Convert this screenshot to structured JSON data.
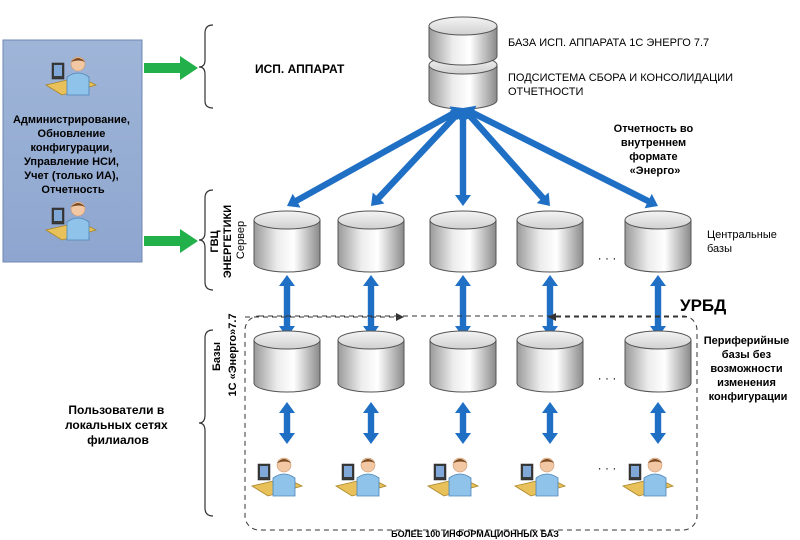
{
  "admin_panel": {
    "lines": [
      "Администрирование,",
      "Обновление",
      "конфигурации,",
      "Управление НСИ,",
      "Учет (только ИА),",
      "Отчетность"
    ]
  },
  "central": {
    "level_label": "ИСП. АППАРАТ",
    "db_label": "БАЗА ИСП. АППАРАТА 1С ЭНЕРГО 7.7",
    "subsystem_lines": [
      "ПОДСИСТЕМА СБОРА И КОНСОЛИДАЦИИ",
      "ОТЧЕТНОСТИ"
    ]
  },
  "report_format_lines": [
    "Отчетность во",
    "внутреннем",
    "формате",
    "«Энерго»"
  ],
  "server_level": {
    "vertical_lines": [
      "ГВЦ",
      "ЭНЕРГЕТИКИ",
      "Сервер"
    ],
    "right_label_lines": [
      "Центральные",
      "базы"
    ],
    "ellipsis": "· · ·"
  },
  "urbd_label": "УРБД",
  "peripheral_level": {
    "vertical_lines": [
      "Базы",
      "1С «Энерго»7.7"
    ],
    "right_label_lines": [
      "Периферийные",
      "базы без",
      "возможности",
      "изменения",
      "конфигурации"
    ],
    "ellipsis": "· · ·"
  },
  "users_level": {
    "label_lines": [
      "Пользователи в",
      "локальных сетях",
      "филиалов"
    ],
    "ellipsis": "· · ·"
  },
  "footer_label": "БОЛЕЕ 100 ИНФОРМАЦИОННЫХ БАЗ",
  "colors": {
    "arrow_blue": "#1f6fc5",
    "arrow_green": "#22b04a",
    "panel_fill": "#9db3d7",
    "panel_border": "#6f87b3"
  }
}
